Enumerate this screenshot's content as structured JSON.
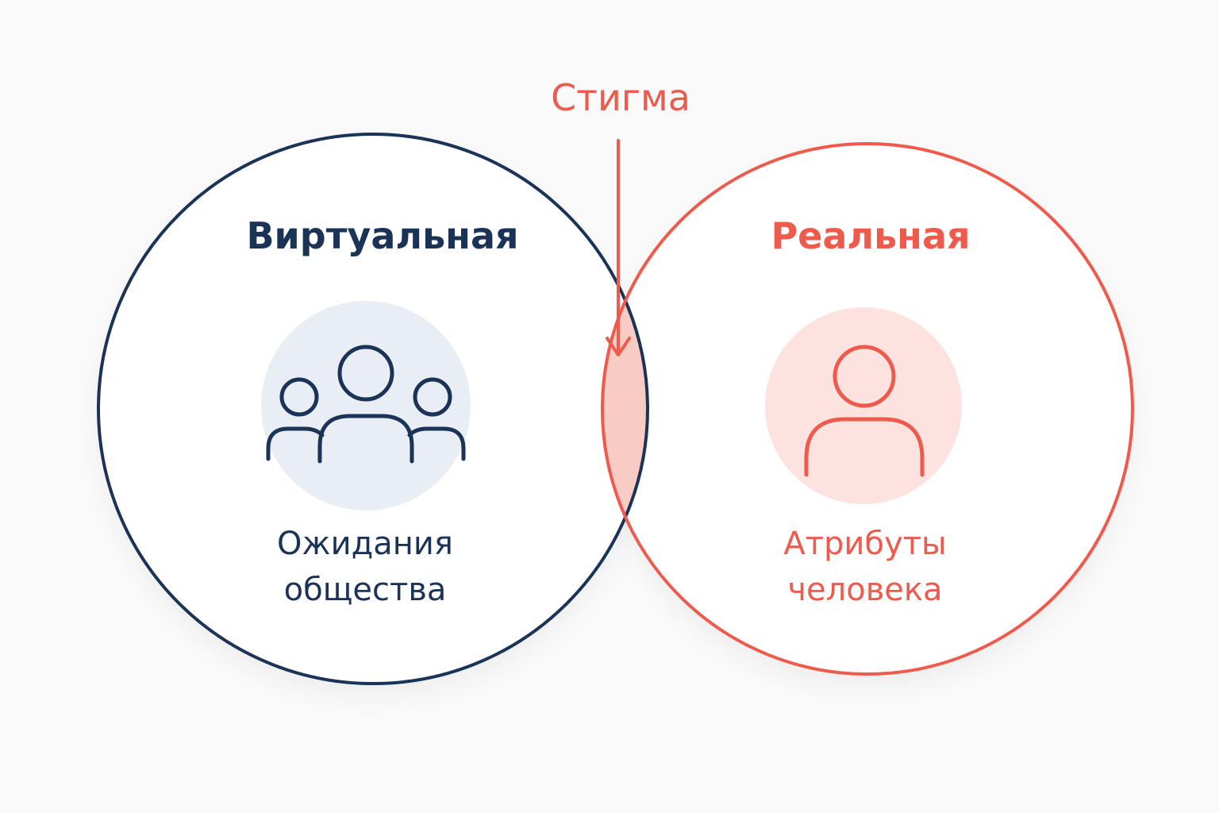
{
  "colors": {
    "background": "#fafafa",
    "navy": "#1c3358",
    "coral": "#ee5a4c",
    "overlap_fill": "#f8c2bb",
    "left_icon_bg": "#e9eef4",
    "right_icon_bg": "#fde3df"
  },
  "stigma": {
    "label": "Стигма"
  },
  "left_circle": {
    "title": "Виртуальная",
    "icon": "group-icon",
    "caption_lines": [
      "Ожидания",
      "общества"
    ]
  },
  "right_circle": {
    "title": "Реальная",
    "icon": "person-icon",
    "caption_lines": [
      "Атрибуты",
      "человека"
    ]
  }
}
